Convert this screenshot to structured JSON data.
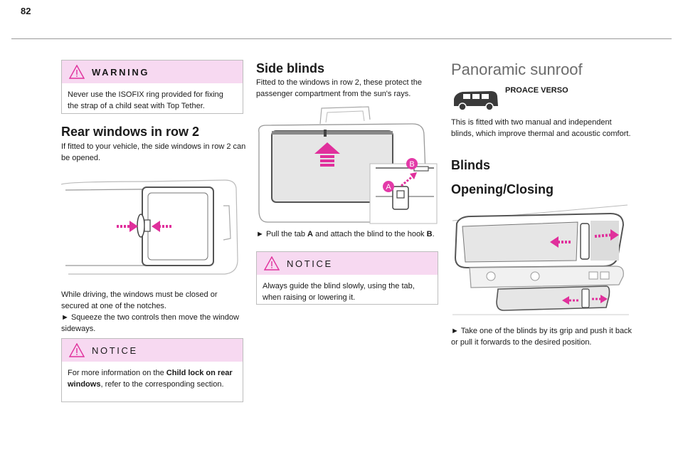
{
  "page_number": "82",
  "left": {
    "warning": {
      "title": "WARNING",
      "text": "Never use the ISOFIX ring provided for fixing the strap of a child seat with Top Tether."
    },
    "heading": "Rear windows in row 2",
    "intro": "If fitted to your vehicle, the side windows in row 2 can be opened.",
    "para1": "While driving, the windows must be closed or secured at one of the notches.",
    "para2": "► Squeeze the two controls then move the window sideways.",
    "notice": {
      "title": "NOTICE",
      "text_before": "For more information on the ",
      "text_bold": "Child lock on rear windows",
      "text_after": ", refer to the corresponding section."
    }
  },
  "middle": {
    "heading": "Side blinds",
    "intro": "Fitted to the windows in row 2, these protect the passenger compartment from the sun's rays.",
    "instr_before": "► Pull the tab ",
    "instr_a": "A",
    "instr_mid": " and attach the blind to the hook ",
    "instr_b": "B",
    "instr_end": ".",
    "label_a": "A",
    "label_b": "B",
    "notice": {
      "title": "NOTICE",
      "text": "Always guide the blind slowly, using the tab, when raising or lowering it."
    }
  },
  "right": {
    "heading": "Panoramic sunroof",
    "model": "PROACE VERSO",
    "intro": "This is fitted with two manual and independent blinds, which improve thermal and acoustic comfort.",
    "subheading1": "Blinds",
    "subheading2": "Opening/Closing",
    "instr": "► Take one of the blinds by its grip and push it back or pull it forwards to the desired position."
  },
  "colors": {
    "accent_pink": "#f7d9f1",
    "arrow_magenta": "#e0309c",
    "label_pink": "#e33aa8"
  }
}
